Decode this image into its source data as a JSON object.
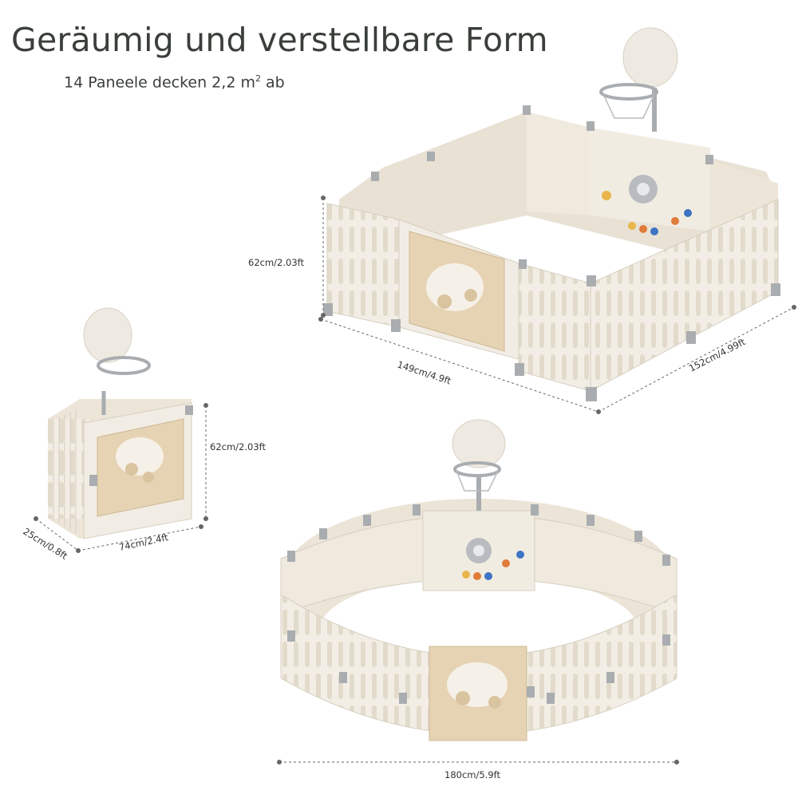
{
  "header": {
    "title": "Geräumig und verstellbare Form",
    "subtitle_main": "14 Paneele decken 2,2 m",
    "subtitle_sup": "2",
    "subtitle_tail": " ab"
  },
  "square_layout": {
    "height_label": "62cm/2.03ft",
    "front_length_label": "149cm/4.9ft",
    "side_length_label": "152cm/4.99ft"
  },
  "folded_layout": {
    "height_label": "62cm/2.03ft",
    "depth_label": "25cm/0.8ft",
    "width_label": "74cm/2.4ft"
  },
  "round_layout": {
    "diameter_label": "180cm/5.9ft"
  },
  "colors": {
    "panel": "#f2ede4",
    "panel_shadow": "#e3dccf",
    "door": "#e6d3b3",
    "connector": "#a9adb0"
  }
}
